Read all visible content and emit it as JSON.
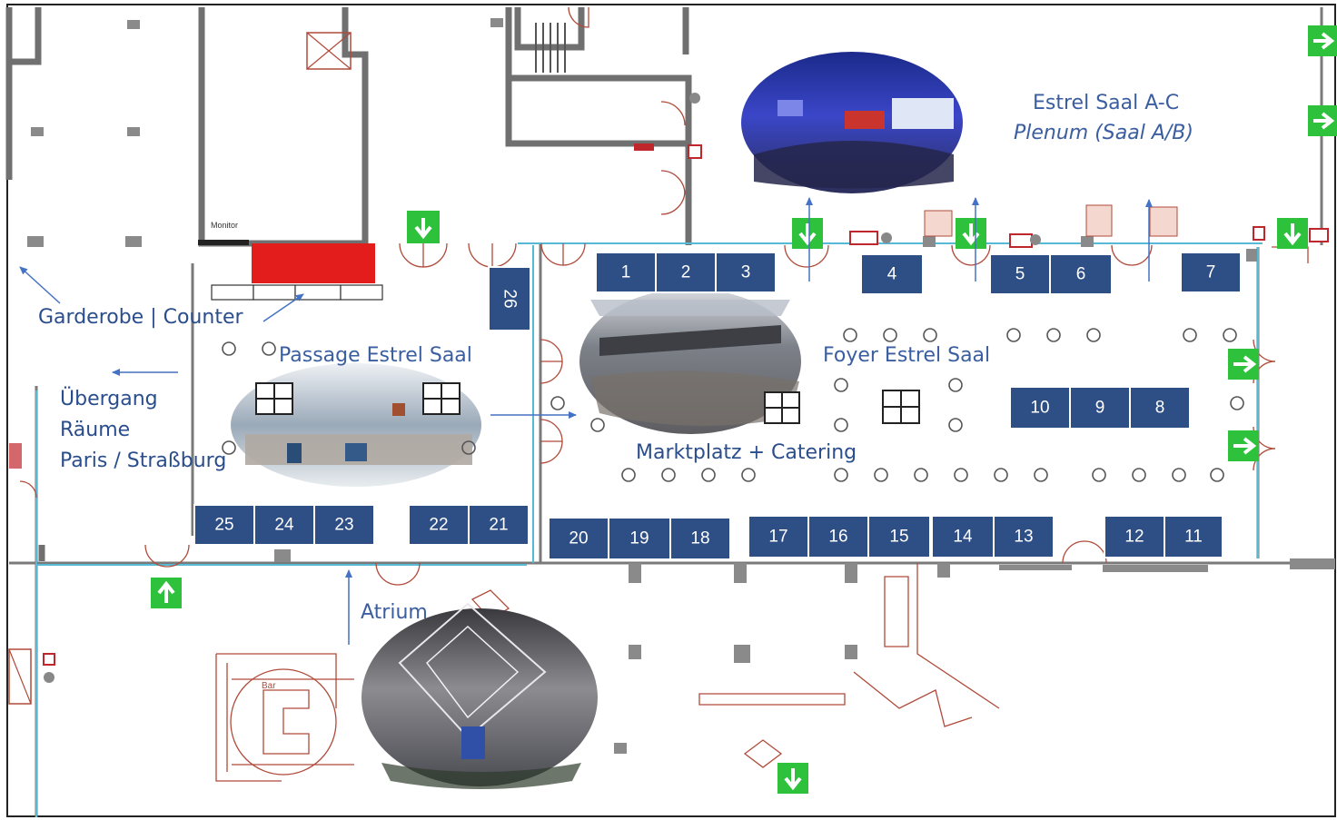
{
  "areas": {
    "estrel_saal": "Estrel Saal A-C",
    "plenum": "Plenum (Saal A/B)",
    "garderobe": "Garderobe | Counter",
    "passage": "Passage Estrel Saal",
    "uebergang_1": "Übergang",
    "uebergang_2": "Räume",
    "uebergang_3": "Paris / Straßburg",
    "foyer": "Foyer Estrel Saal",
    "marktplatz": "Marktplatz + Catering",
    "atrium": "Atrium",
    "monitor": "Monitor",
    "bar": "Bar"
  },
  "booths": [
    "1",
    "2",
    "3",
    "4",
    "5",
    "6",
    "7",
    "8",
    "9",
    "10",
    "11",
    "12",
    "13",
    "14",
    "15",
    "16",
    "17",
    "18",
    "19",
    "20",
    "21",
    "22",
    "23",
    "24",
    "25",
    "26"
  ],
  "colors": {
    "booth": "#2e4e86",
    "label": "#3a5ea0",
    "exit": "#2ec23c",
    "counter": "#e31c1c",
    "wall": "#707070"
  },
  "icons": [
    "exit-arrow-down-icon",
    "exit-arrow-up-icon",
    "exit-arrow-right-icon",
    "fire-equipment-icon"
  ]
}
